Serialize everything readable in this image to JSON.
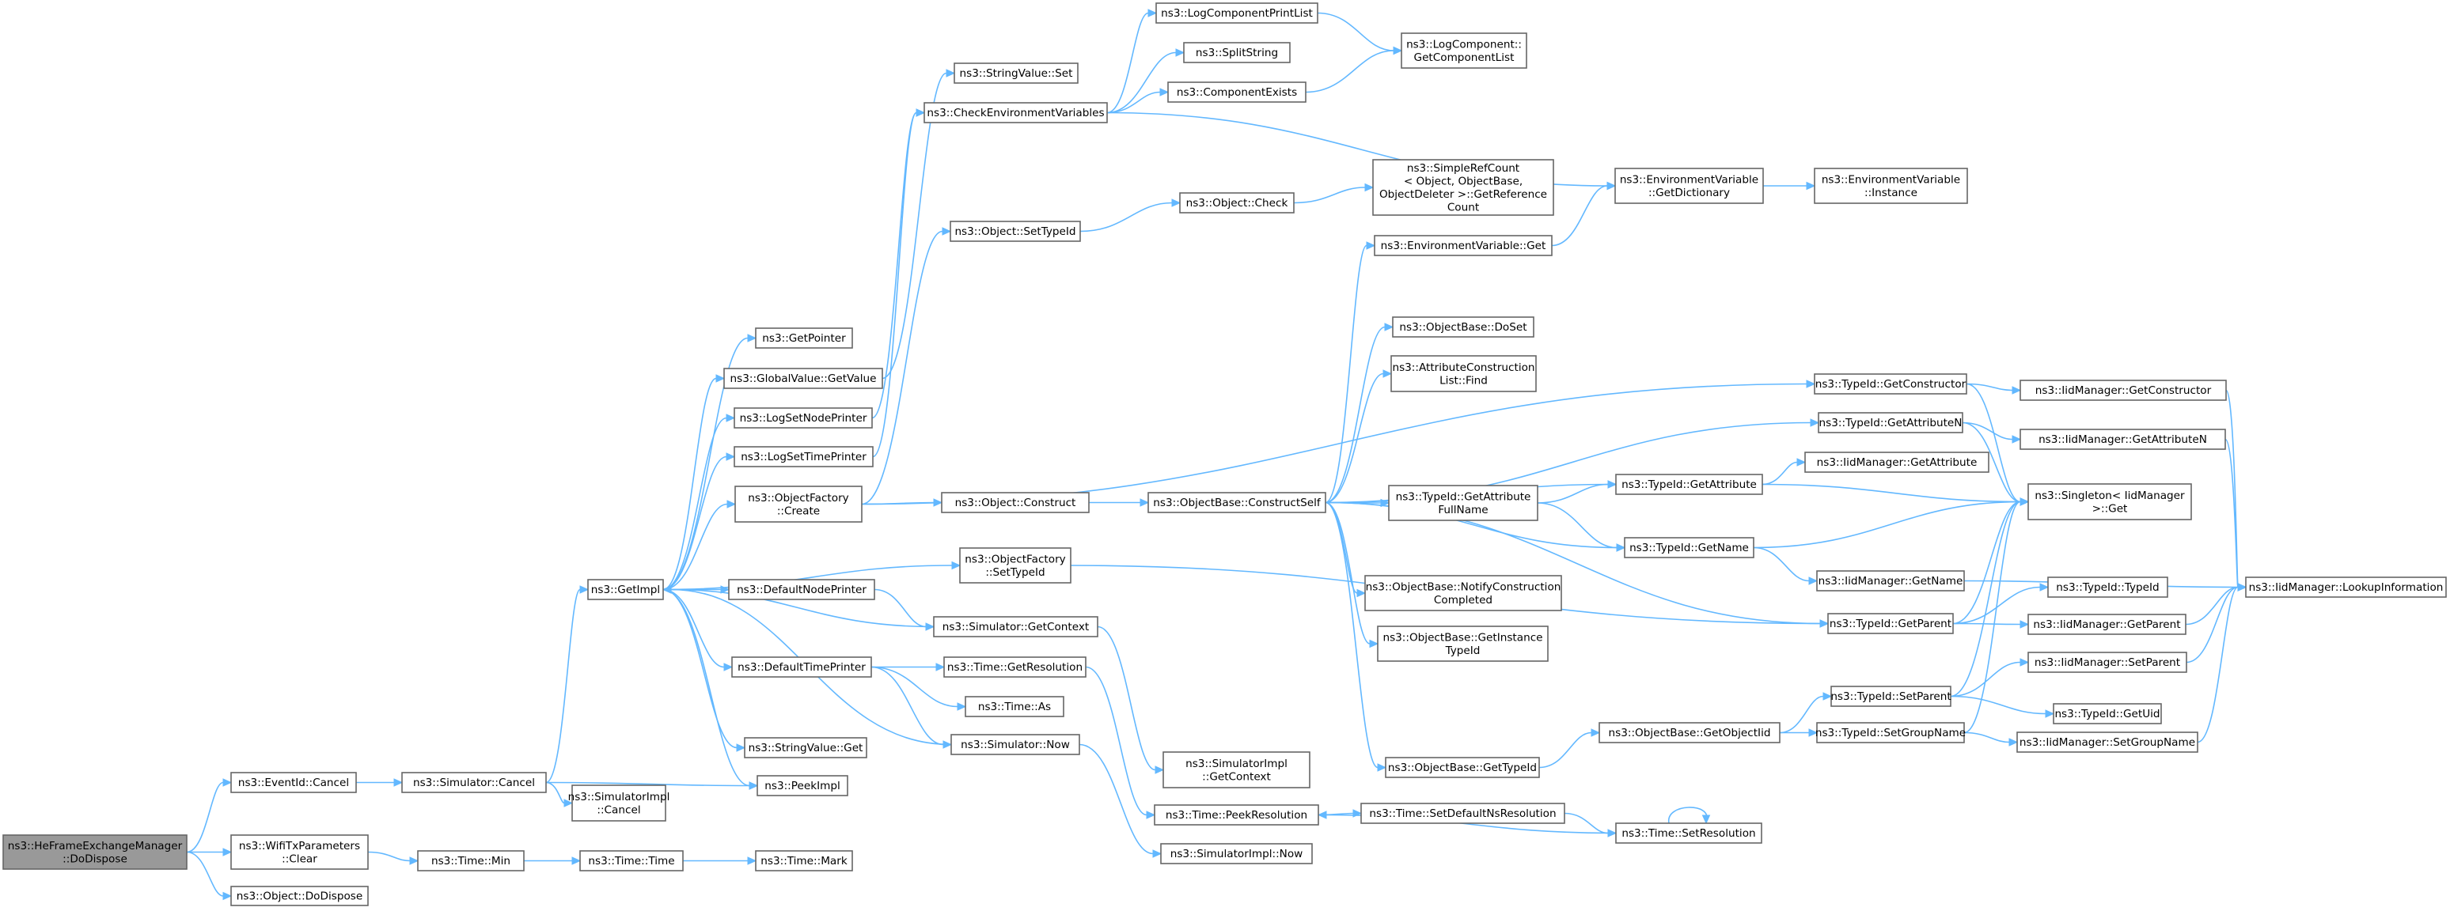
{
  "nodes": {
    "root": [
      "ns3::HeFrameExchangeManager",
      "::DoDispose"
    ],
    "eventCancel": [
      "ns3::EventId::Cancel"
    ],
    "wifiClear": [
      "ns3::WifiTxParameters",
      "::Clear"
    ],
    "objDoDispose": [
      "ns3::Object::DoDispose"
    ],
    "simCancel": [
      "ns3::Simulator::Cancel"
    ],
    "timeMin": [
      "ns3::Time::Min"
    ],
    "getImpl": [
      "ns3::GetImpl"
    ],
    "peekImpl": [
      "ns3::PeekImpl"
    ],
    "simImplCancel": [
      "ns3::SimulatorImpl",
      "::Cancel"
    ],
    "timeTime": [
      "ns3::Time::Time"
    ],
    "timeMark": [
      "ns3::Time::Mark"
    ],
    "getPointer": [
      "ns3::GetPointer"
    ],
    "gvGetValue": [
      "ns3::GlobalValue::GetValue"
    ],
    "logSetNode": [
      "ns3::LogSetNodePrinter"
    ],
    "logSetTime": [
      "ns3::LogSetTimePrinter"
    ],
    "ofCreate": [
      "ns3::ObjectFactory",
      "::Create"
    ],
    "defNode": [
      "ns3::DefaultNodePrinter"
    ],
    "defTime": [
      "ns3::DefaultTimePrinter"
    ],
    "svGet": [
      "ns3::StringValue::Get"
    ],
    "svSet": [
      "ns3::StringValue::Set"
    ],
    "checkEnv": [
      "ns3::CheckEnvironmentVariables"
    ],
    "objSetTypeId": [
      "ns3::Object::SetTypeId"
    ],
    "objConstruct": [
      "ns3::Object::Construct"
    ],
    "ofSetTypeId": [
      "ns3::ObjectFactory",
      "::SetTypeId"
    ],
    "simGetContext": [
      "ns3::Simulator::GetContext"
    ],
    "timeGetRes": [
      "ns3::Time::GetResolution"
    ],
    "timeAs": [
      "ns3::Time::As"
    ],
    "simNow": [
      "ns3::Simulator::Now"
    ],
    "logPrintList": [
      "ns3::LogComponentPrintList"
    ],
    "splitString": [
      "ns3::SplitString"
    ],
    "compExists": [
      "ns3::ComponentExists"
    ],
    "objCheck": [
      "ns3::Object::Check"
    ],
    "obConstructSelf": [
      "ns3::ObjectBase::ConstructSelf"
    ],
    "simImplGetContext": [
      "ns3::SimulatorImpl",
      "::GetContext"
    ],
    "timePeekRes": [
      "ns3::Time::PeekResolution"
    ],
    "simImplNow": [
      "ns3::SimulatorImpl::Now"
    ],
    "logGetList": [
      "ns3::LogComponent::",
      "GetComponentList"
    ],
    "refCount": [
      "ns3::SimpleRefCount",
      "< Object, ObjectBase,",
      "ObjectDeleter >::GetReference",
      "Count"
    ],
    "envGet": [
      "ns3::EnvironmentVariable::Get"
    ],
    "obDoSet": [
      "ns3::ObjectBase::DoSet"
    ],
    "attrFind": [
      "ns3::AttributeConstruction",
      "List::Find"
    ],
    "tidGetAttrFull": [
      "ns3::TypeId::GetAttribute",
      "FullName"
    ],
    "obNotify": [
      "ns3::ObjectBase::NotifyConstruction",
      "Completed"
    ],
    "obGetInstance": [
      "ns3::ObjectBase::GetInstance",
      "TypeId"
    ],
    "obGetTypeId": [
      "ns3::ObjectBase::GetTypeId"
    ],
    "timeSetDefNs": [
      "ns3::Time::SetDefaultNsResolution"
    ],
    "envDict": [
      "ns3::EnvironmentVariable",
      "::GetDictionary"
    ],
    "tidGetAttr": [
      "ns3::TypeId::GetAttribute"
    ],
    "tidGetName": [
      "ns3::TypeId::GetName"
    ],
    "obGetObjectIid": [
      "ns3::ObjectBase::GetObjectIid"
    ],
    "timeSetRes": [
      "ns3::Time::SetResolution"
    ],
    "envInstance": [
      "ns3::EnvironmentVariable",
      "::Instance"
    ],
    "tidGetConstructor": [
      "ns3::TypeId::GetConstructor"
    ],
    "tidGetAttrN": [
      "ns3::TypeId::GetAttributeN"
    ],
    "tidGetParent": [
      "ns3::TypeId::GetParent"
    ],
    "tidSetParent": [
      "ns3::TypeId::SetParent"
    ],
    "tidSetGroupName": [
      "ns3::TypeId::SetGroupName"
    ],
    "iidGetConstructor": [
      "ns3::IidManager::GetConstructor"
    ],
    "iidGetAttrN": [
      "ns3::IidManager::GetAttributeN"
    ],
    "iidGetAttr": [
      "ns3::IidManager::GetAttribute"
    ],
    "singletonGet": [
      "ns3::Singleton< IidManager",
      ">::Get"
    ],
    "iidGetName": [
      "ns3::IidManager::GetName"
    ],
    "tidTypeId": [
      "ns3::TypeId::TypeId"
    ],
    "iidGetParent": [
      "ns3::IidManager::GetParent"
    ],
    "iidSetParent": [
      "ns3::IidManager::SetParent"
    ],
    "tidGetUid": [
      "ns3::TypeId::GetUid"
    ],
    "iidSetGroupName": [
      "ns3::IidManager::SetGroupName"
    ],
    "iidLookup": [
      "ns3::IidManager::LookupInformation"
    ]
  },
  "edges": [
    [
      "root",
      "eventCancel"
    ],
    [
      "root",
      "wifiClear"
    ],
    [
      "root",
      "objDoDispose"
    ],
    [
      "eventCancel",
      "simCancel"
    ],
    [
      "wifiClear",
      "timeMin"
    ],
    [
      "simCancel",
      "getImpl"
    ],
    [
      "simCancel",
      "peekImpl"
    ],
    [
      "simCancel",
      "simImplCancel"
    ],
    [
      "timeMin",
      "timeTime"
    ],
    [
      "timeTime",
      "timeMark"
    ],
    [
      "getImpl",
      "getPointer"
    ],
    [
      "getImpl",
      "gvGetValue"
    ],
    [
      "getImpl",
      "logSetNode"
    ],
    [
      "getImpl",
      "logSetTime"
    ],
    [
      "getImpl",
      "ofCreate"
    ],
    [
      "getImpl",
      "ofSetTypeId"
    ],
    [
      "getImpl",
      "defNode"
    ],
    [
      "getImpl",
      "defTime"
    ],
    [
      "getImpl",
      "svGet"
    ],
    [
      "getImpl",
      "peekImpl"
    ],
    [
      "gvGetValue",
      "svSet"
    ],
    [
      "logSetNode",
      "checkEnv"
    ],
    [
      "logSetTime",
      "checkEnv"
    ],
    [
      "ofCreate",
      "objSetTypeId"
    ],
    [
      "ofCreate",
      "objConstruct"
    ],
    [
      "ofCreate",
      "tidGetConstructor"
    ],
    [
      "defNode",
      "simGetContext"
    ],
    [
      "defTime",
      "timeGetRes"
    ],
    [
      "defTime",
      "timeAs"
    ],
    [
      "defTime",
      "simNow"
    ],
    [
      "checkEnv",
      "logPrintList"
    ],
    [
      "checkEnv",
      "splitString"
    ],
    [
      "checkEnv",
      "compExists"
    ],
    [
      "checkEnv",
      "envDict"
    ],
    [
      "objSetTypeId",
      "objCheck"
    ],
    [
      "objConstruct",
      "obConstructSelf"
    ],
    [
      "ofSetTypeId",
      "tidGetParent"
    ],
    [
      "simGetContext",
      "getImpl"
    ],
    [
      "simGetContext",
      "simImplGetContext"
    ],
    [
      "timeGetRes",
      "timePeekRes"
    ],
    [
      "simNow",
      "getImpl"
    ],
    [
      "simNow",
      "simImplNow"
    ],
    [
      "logPrintList",
      "logGetList"
    ],
    [
      "compExists",
      "logGetList"
    ],
    [
      "objCheck",
      "refCount"
    ],
    [
      "obConstructSelf",
      "envGet"
    ],
    [
      "obConstructSelf",
      "obDoSet"
    ],
    [
      "obConstructSelf",
      "attrFind"
    ],
    [
      "obConstructSelf",
      "tidGetAttrN"
    ],
    [
      "obConstructSelf",
      "tidGetAttr"
    ],
    [
      "obConstructSelf",
      "tidGetAttrFull"
    ],
    [
      "obConstructSelf",
      "tidGetName"
    ],
    [
      "obConstructSelf",
      "obNotify"
    ],
    [
      "obConstructSelf",
      "obGetInstance"
    ],
    [
      "obConstructSelf",
      "obGetTypeId"
    ],
    [
      "obConstructSelf",
      "tidGetParent"
    ],
    [
      "timePeekRes",
      "timeSetDefNs"
    ],
    [
      "timeSetDefNs",
      "timeSetRes"
    ],
    [
      "timeSetRes",
      "timePeekRes"
    ],
    [
      "timeSetRes",
      "timeSetRes"
    ],
    [
      "envGet",
      "envDict"
    ],
    [
      "envDict",
      "envInstance"
    ],
    [
      "tidGetAttrFull",
      "tidGetAttr"
    ],
    [
      "tidGetAttrFull",
      "tidGetName"
    ],
    [
      "tidGetAttr",
      "iidGetAttr"
    ],
    [
      "tidGetAttr",
      "singletonGet"
    ],
    [
      "tidGetName",
      "singletonGet"
    ],
    [
      "tidGetName",
      "iidGetName"
    ],
    [
      "obGetTypeId",
      "obGetObjectIid"
    ],
    [
      "obGetObjectIid",
      "tidSetParent"
    ],
    [
      "obGetObjectIid",
      "tidSetGroupName"
    ],
    [
      "tidGetConstructor",
      "iidGetConstructor"
    ],
    [
      "tidGetConstructor",
      "singletonGet"
    ],
    [
      "tidGetAttrN",
      "iidGetAttrN"
    ],
    [
      "tidGetAttrN",
      "singletonGet"
    ],
    [
      "tidGetParent",
      "singletonGet"
    ],
    [
      "tidGetParent",
      "tidTypeId"
    ],
    [
      "tidGetParent",
      "iidGetParent"
    ],
    [
      "tidSetParent",
      "singletonGet"
    ],
    [
      "tidSetParent",
      "iidSetParent"
    ],
    [
      "tidSetParent",
      "tidGetUid"
    ],
    [
      "tidSetGroupName",
      "singletonGet"
    ],
    [
      "tidSetGroupName",
      "iidSetGroupName"
    ],
    [
      "iidGetConstructor",
      "iidLookup"
    ],
    [
      "iidGetAttrN",
      "iidLookup"
    ],
    [
      "iidGetName",
      "iidLookup"
    ],
    [
      "iidGetParent",
      "iidLookup"
    ],
    [
      "iidSetParent",
      "iidLookup"
    ],
    [
      "iidSetGroupName",
      "iidLookup"
    ]
  ]
}
